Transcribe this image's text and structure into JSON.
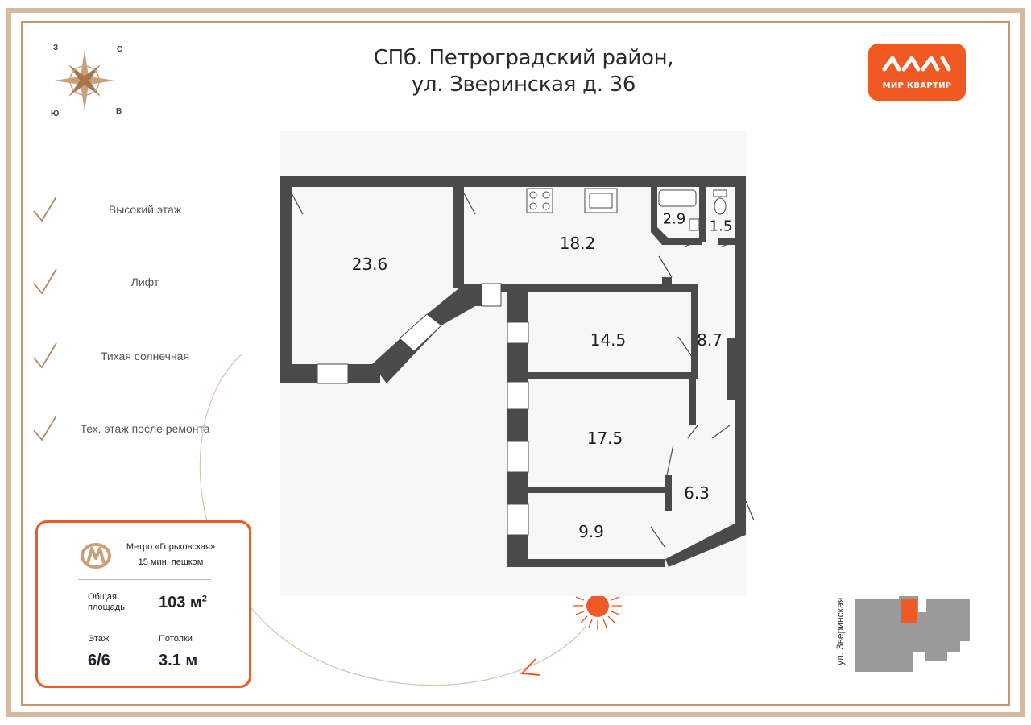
{
  "header": {
    "title_line1": "СПб. Петроградский район,",
    "title_line2": "ул. Зверинская д. 36"
  },
  "logo": {
    "icon": "mir-kvartir-logo-icon",
    "text": "МИР КВАРТИР",
    "color": "#f05a22"
  },
  "compass": {
    "icon": "compass-rose-icon",
    "letters": {
      "w": "З",
      "n": "С",
      "s": "Ю",
      "e": "В"
    }
  },
  "features": [
    {
      "label": "Высокий этаж"
    },
    {
      "label": "Лифт"
    },
    {
      "label": "Тихая солнечная"
    },
    {
      "label": "Тех. этаж после ремонта"
    }
  ],
  "info_card": {
    "metro_name": "Метро «Горьковская»",
    "metro_walk": "15 мин. пешком",
    "area_label_line1": "Общая",
    "area_label_line2": "площадь",
    "area_value": "103 м",
    "area_unit_sup": "2",
    "floor_label": "Этаж",
    "floor_value": "6/6",
    "ceiling_label": "Потолки",
    "ceiling_value": "3.1 м"
  },
  "rooms": [
    {
      "id": "living",
      "area": "23.6"
    },
    {
      "id": "kitchen",
      "area": "18.2"
    },
    {
      "id": "bathroom",
      "area": "2.9"
    },
    {
      "id": "toilet",
      "area": "1.5"
    },
    {
      "id": "bedroom1",
      "area": "14.5"
    },
    {
      "id": "corridor",
      "area": "8.7"
    },
    {
      "id": "bedroom2",
      "area": "17.5"
    },
    {
      "id": "hall",
      "area": "6.3"
    },
    {
      "id": "bedroom3",
      "area": "9.9"
    }
  ],
  "street": {
    "label": "ул. Зверинская"
  },
  "colors": {
    "accent": "#ef5a24",
    "walls": "#4a4a4a",
    "frame": "#c99570",
    "moon": "#ef5a24",
    "sun": "#ef5a24"
  }
}
